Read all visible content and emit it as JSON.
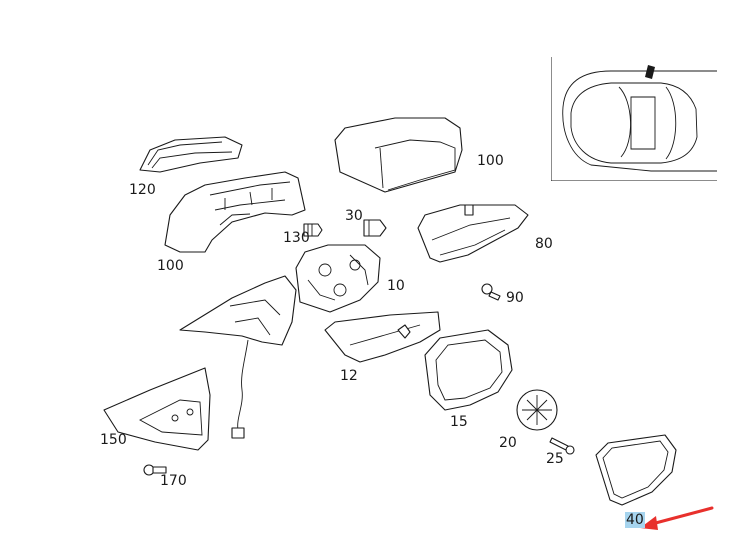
{
  "diagram": {
    "callouts": [
      {
        "id": "120a",
        "label": "120"
      },
      {
        "id": "100a",
        "label": "100"
      },
      {
        "id": "100b",
        "label": "100"
      },
      {
        "id": "130",
        "label": "130"
      },
      {
        "id": "30",
        "label": "30"
      },
      {
        "id": "80",
        "label": "80"
      },
      {
        "id": "10",
        "label": "10"
      },
      {
        "id": "90",
        "label": "90"
      },
      {
        "id": "12",
        "label": "12"
      },
      {
        "id": "15",
        "label": "15"
      },
      {
        "id": "150",
        "label": "150"
      },
      {
        "id": "170",
        "label": "170"
      },
      {
        "id": "20",
        "label": "20"
      },
      {
        "id": "25",
        "label": "25"
      },
      {
        "id": "40",
        "label": "40"
      }
    ],
    "highlight_color": "#a6d4ee",
    "arrow_color": "#e8302c"
  }
}
